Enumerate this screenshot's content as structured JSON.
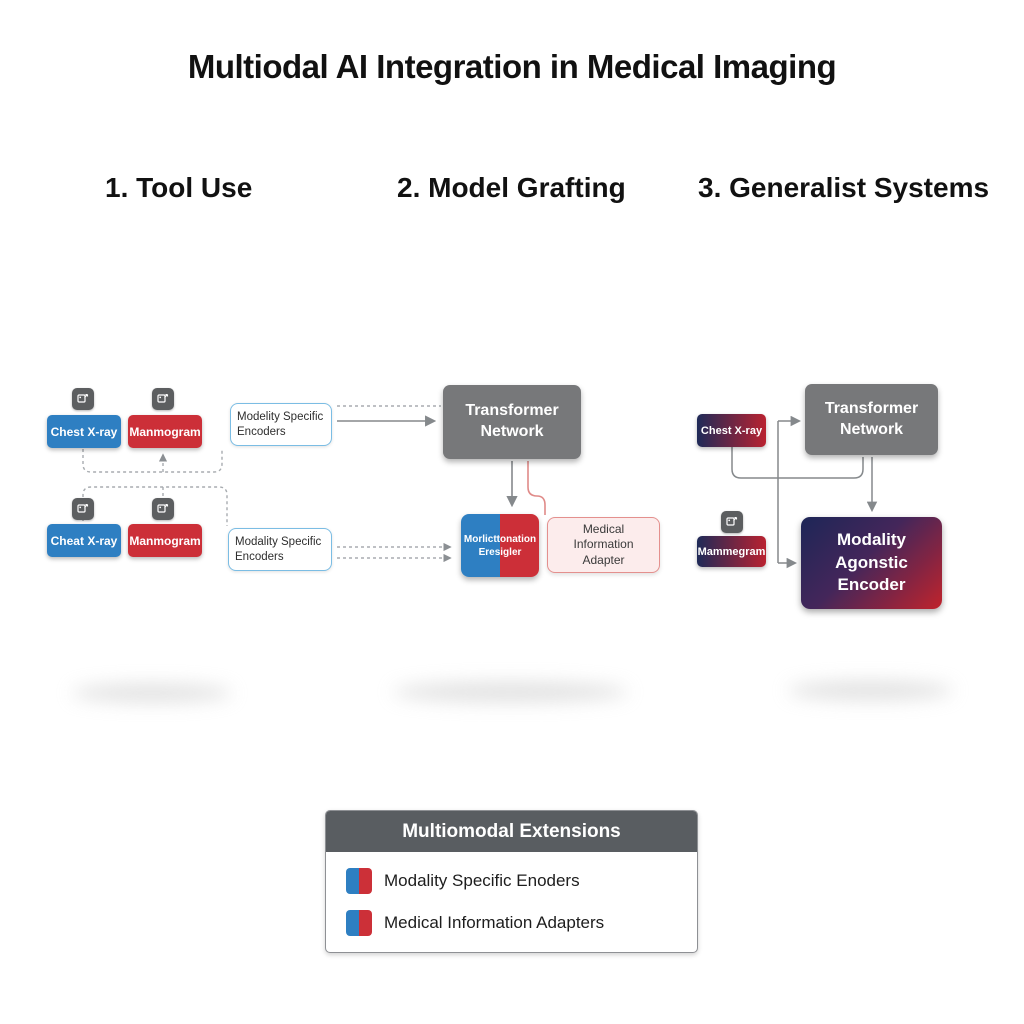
{
  "title": "Multiodal AI Integration in Medical Imaging",
  "sections": [
    {
      "heading": "1. Tool Use"
    },
    {
      "heading": "2. Model Grafting"
    },
    {
      "heading": "3. Generalist Systems"
    }
  ],
  "tool_use": {
    "row1": {
      "chest_xray": "Chest X-ray",
      "mammogram": "Manmogram",
      "encoder": "Modelity Specific Encoders"
    },
    "row2": {
      "chest_xray": "Cheat X-ray",
      "mammogram": "Manmogram",
      "encoder": "Modality Specific Encoders"
    }
  },
  "model_grafting": {
    "transformer": "Transformer Network",
    "graft_line1": "Morlicttonation",
    "graft_line2": "Eresigler",
    "adapter": "Medical Information Adapter"
  },
  "generalist": {
    "chest_xray": "Chest X-ray",
    "mammogram": "Mammegram",
    "transformer": "Transformer Network",
    "agnostic_encoder": "Modality Agonstic Encoder"
  },
  "legend": {
    "title": "Multiomodal Extensions",
    "items": [
      "Modality Specific Enoders",
      "Medical Information Adapters"
    ]
  },
  "colors": {
    "modality_blue": "#2e7fc2",
    "modality_red": "#cc2f38",
    "transformer_gray": "#77787a",
    "gradient_navy": "#1f2a58",
    "gradient_red": "#b92230",
    "adapter_fill": "#fcecec",
    "adapter_border": "#e4908e",
    "encoder_border": "#7bbde4",
    "legend_header_gray": "#595d61",
    "wire_gray": "#85898c",
    "dash_gray": "#a8acb0",
    "wire_red": "#e08a88"
  }
}
